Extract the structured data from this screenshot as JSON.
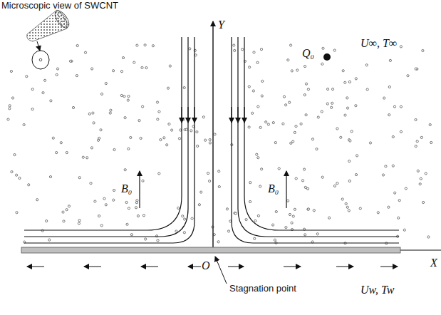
{
  "diagram": {
    "labels": [
      "Microscopic view of SWCNT",
      "Y",
      "U∞, T∞",
      "B₀",
      "B₀",
      "Q₀",
      "O",
      "Stagnation point",
      "Uw, Tw",
      "X"
    ]
  }
}
